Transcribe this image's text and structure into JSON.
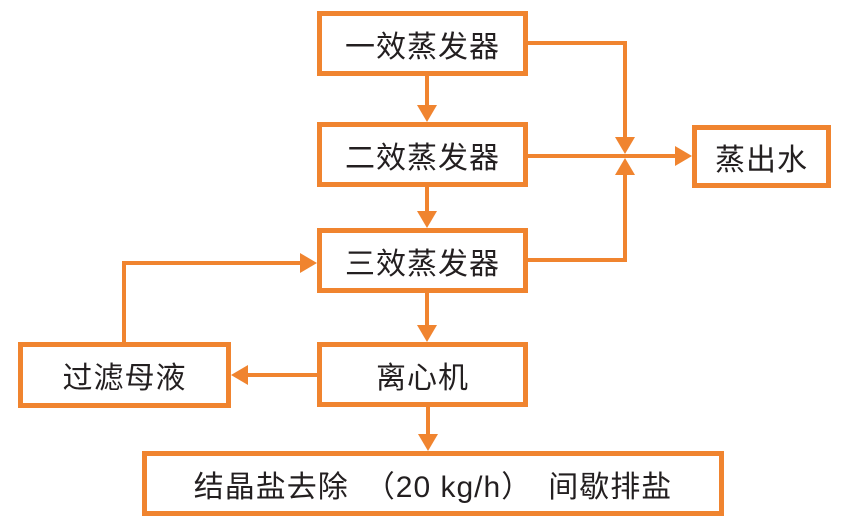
{
  "diagram": {
    "type": "flowchart",
    "direction": "top-down",
    "colors": {
      "accent": "#F0842F",
      "text": "#231F20",
      "background": "#FFFFFF"
    },
    "nodes": {
      "evap1": {
        "label": "一效蒸发器"
      },
      "evap2": {
        "label": "二效蒸发器"
      },
      "evap3": {
        "label": "三效蒸发器"
      },
      "distilled_water": {
        "label": "蒸出水"
      },
      "centrifuge": {
        "label": "离心机"
      },
      "filter_mother_liquor": {
        "label": "过滤母液"
      },
      "salt_removal": {
        "label": "结晶盐去除　（20 kg/h）　间歇排盐"
      }
    },
    "edges": [
      {
        "from": "evap1",
        "to": "evap2"
      },
      {
        "from": "evap2",
        "to": "evap3"
      },
      {
        "from": "evap1",
        "to": "distilled_water"
      },
      {
        "from": "evap2",
        "to": "distilled_water"
      },
      {
        "from": "evap3",
        "to": "distilled_water"
      },
      {
        "from": "evap3",
        "to": "centrifuge"
      },
      {
        "from": "centrifuge",
        "to": "filter_mother_liquor"
      },
      {
        "from": "filter_mother_liquor",
        "to": "evap3"
      },
      {
        "from": "centrifuge",
        "to": "salt_removal"
      }
    ]
  }
}
